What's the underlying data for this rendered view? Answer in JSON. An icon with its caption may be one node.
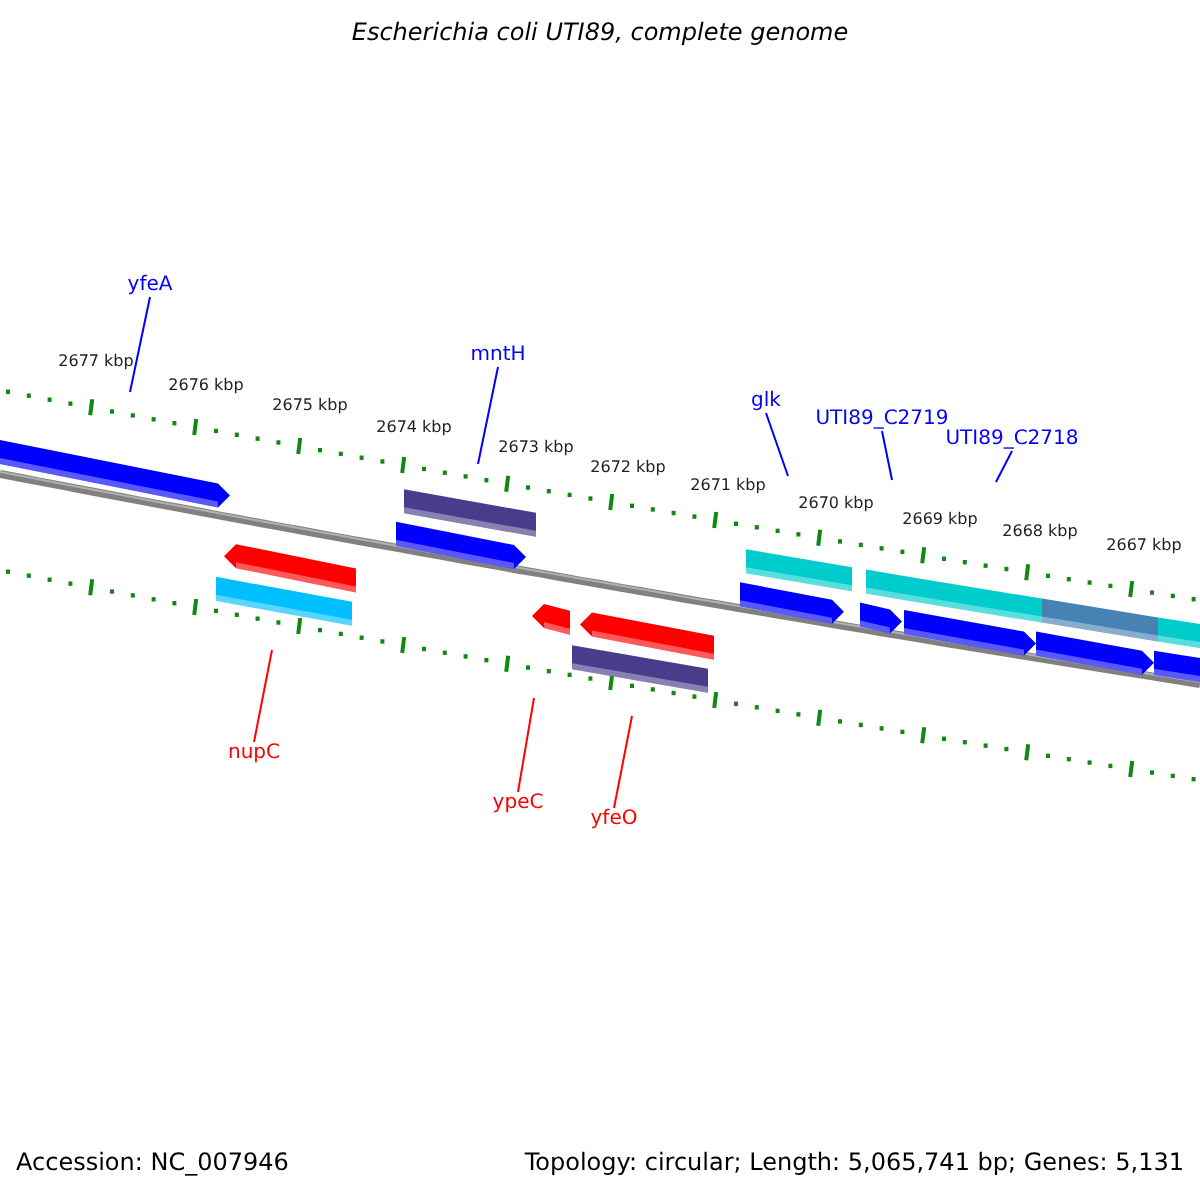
{
  "diagram": {
    "title": "Escherichia coli UTI89, complete genome",
    "nodes": [
      {
        "text": [
          "yfeA"
        ]
      },
      {
        "text": [
          "mntH"
        ]
      },
      {
        "text": [
          "glk"
        ]
      },
      {
        "text": [
          "UTI89_C2719"
        ]
      },
      {
        "text": [
          "UTI89_C2718"
        ]
      },
      {
        "text": [
          "nupC"
        ]
      },
      {
        "text": [
          "ypeC"
        ]
      },
      {
        "text": [
          "yfeO"
        ]
      }
    ],
    "edges": [
      {
        "from": 0,
        "to": null,
        "arrow": "none"
      },
      {
        "from": 1,
        "to": null,
        "arrow": "none"
      },
      {
        "from": 2,
        "to": null,
        "arrow": "none"
      },
      {
        "from": 3,
        "to": null,
        "arrow": "none"
      },
      {
        "from": 4,
        "to": null,
        "arrow": "none"
      },
      {
        "from": 5,
        "to": null,
        "arrow": "none",
        "color": "#ff0000"
      },
      {
        "from": 6,
        "to": null,
        "arrow": "none",
        "color": "#ff0000"
      },
      {
        "from": 7,
        "to": null,
        "arrow": "none",
        "color": "#ff0000"
      }
    ],
    "labels": [
      "2677 kbp",
      "2676 kbp",
      "2675 kbp",
      "2674 kbp",
      "2673 kbp",
      "2672 kbp",
      "2671 kbp",
      "2670 kbp",
      "2669 kbp",
      "2668 kbp",
      "2667 kbp",
      "Accession: NC_007946",
      "Topology: circular; Length: 5,065,741 bp; Genes: 5,131"
    ]
  }
}
